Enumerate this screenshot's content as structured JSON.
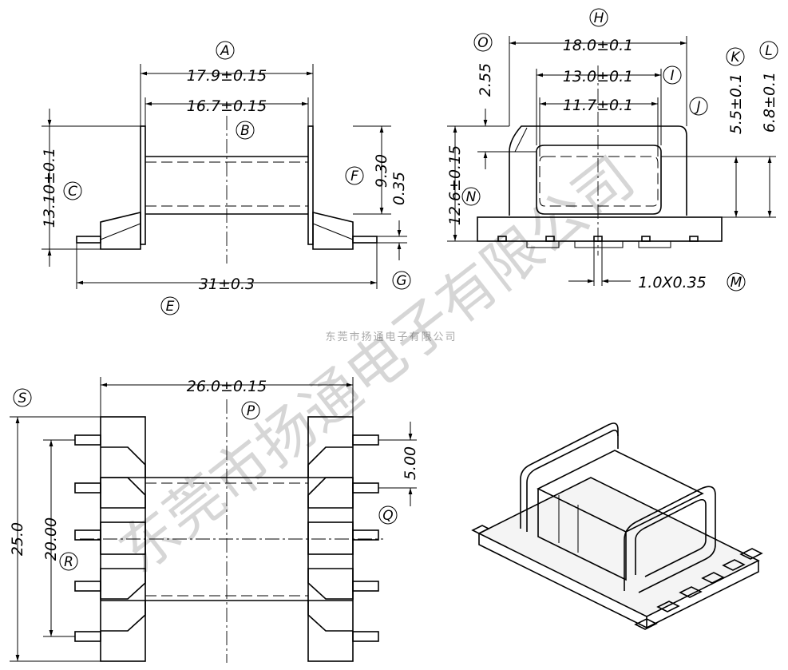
{
  "watermark": {
    "text": "东莞市扬通电子有限公司",
    "small_text": "东莞市扬通电子有限公司"
  },
  "front_view": {
    "dims": {
      "A": "17.9±0.15",
      "B": "16.7±0.15",
      "C": "13.10±0.1",
      "F": "9.30",
      "F2": "0.35",
      "E": "31±0.3"
    },
    "labels": [
      "A",
      "B",
      "C",
      "F",
      "G",
      "E"
    ]
  },
  "side_view": {
    "dims": {
      "H": "18.0±0.1",
      "I": "13.0±0.1",
      "J": "11.7±0.1",
      "O": "2.55",
      "N": "12.6±0.15",
      "K": "5.5±0.1",
      "L": "6.8±0.1",
      "M": "1.0X0.35"
    },
    "labels": [
      "H",
      "I",
      "J",
      "O",
      "N",
      "K",
      "L",
      "M"
    ]
  },
  "top_view": {
    "dims": {
      "S_width": "26.0±0.15",
      "S": "25.0",
      "R": "20.00",
      "Q": "5.00"
    },
    "labels": [
      "S",
      "P",
      "Q",
      "R"
    ]
  },
  "colors": {
    "line": "#000000",
    "background": "#ffffff"
  }
}
